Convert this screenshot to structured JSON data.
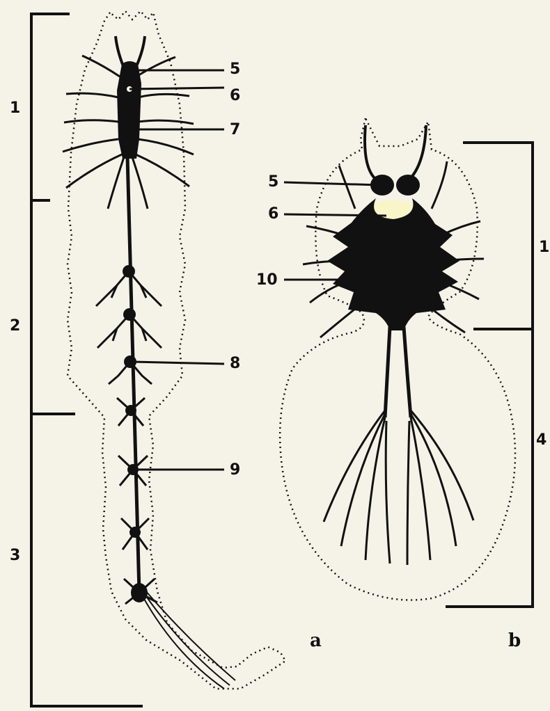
{
  "colors": {
    "paper": "#f5f3e8",
    "ink": "#111111",
    "highlight": "#f8f5c8"
  },
  "figure_a": {
    "region_labels": [
      "1",
      "2",
      "3"
    ],
    "callouts": [
      "5",
      "6",
      "7",
      "8",
      "9"
    ],
    "panel_letter": "a"
  },
  "figure_b": {
    "region_labels": [
      "1",
      "4"
    ],
    "callouts": [
      "5",
      "6",
      "10"
    ],
    "panel_letter": "b"
  }
}
